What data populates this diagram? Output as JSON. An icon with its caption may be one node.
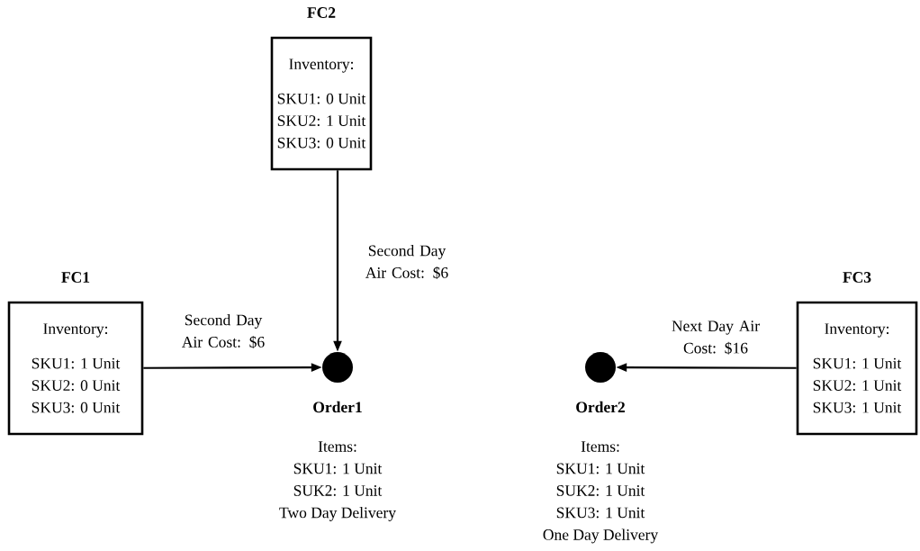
{
  "diagram": {
    "nodes": [
      {
        "text": [
          "FC1",
          "Inventory:",
          "SKU1: 1 Unit",
          "SKU2: 0 Unit",
          "SKU3: 0 Unit"
        ]
      },
      {
        "text": [
          "FC2",
          "Inventory:",
          "SKU1: 0 Unit",
          "SKU2: 1 Unit",
          "SKU3: 0 Unit"
        ]
      },
      {
        "text": [
          "FC3",
          "Inventory:",
          "SKU1: 1 Unit",
          "SKU2: 1 Unit",
          "SKU3: 1 Unit"
        ]
      },
      {
        "text": [
          "Order1"
        ],
        "beside": [
          "Items:",
          "SKU1: 1 Unit",
          "SUK2: 1 Unit",
          "Two Day Delivery"
        ]
      },
      {
        "text": [
          "Order2"
        ],
        "beside": [
          "Items:",
          "SKU1: 1 Unit",
          "SUK2: 1 Unit",
          "SKU3: 1 Unit",
          "One Day Delivery"
        ]
      }
    ],
    "edges": [
      {
        "from": 0,
        "to": 3,
        "arrow": "to",
        "label": "Second Day Air Cost: $6"
      },
      {
        "from": 1,
        "to": 3,
        "arrow": "to",
        "label": "Second Day Air Cost: $6"
      },
      {
        "from": 2,
        "to": 4,
        "arrow": "to",
        "label": "Next Day Air Cost: $16"
      }
    ]
  }
}
